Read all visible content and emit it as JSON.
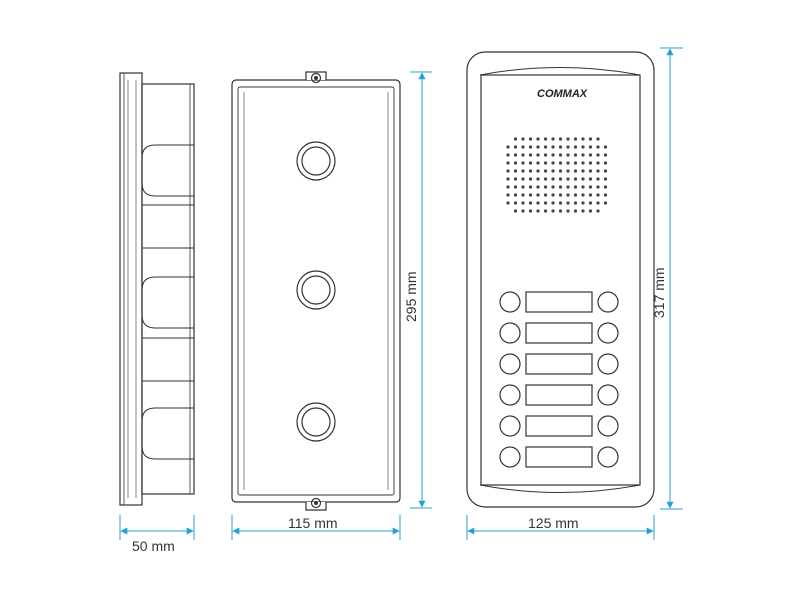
{
  "brand": {
    "logo_text": "COMMAX"
  },
  "dimensions": {
    "depth": "50 mm",
    "box_width": "115 mm",
    "box_height": "295 mm",
    "panel_width": "125 mm",
    "panel_height": "317 mm"
  },
  "panel": {
    "button_rows": 6,
    "buttons_per_row": 2
  },
  "colors": {
    "outline": "#333333",
    "dimension": "#2a9fd6",
    "text": "#333333"
  }
}
